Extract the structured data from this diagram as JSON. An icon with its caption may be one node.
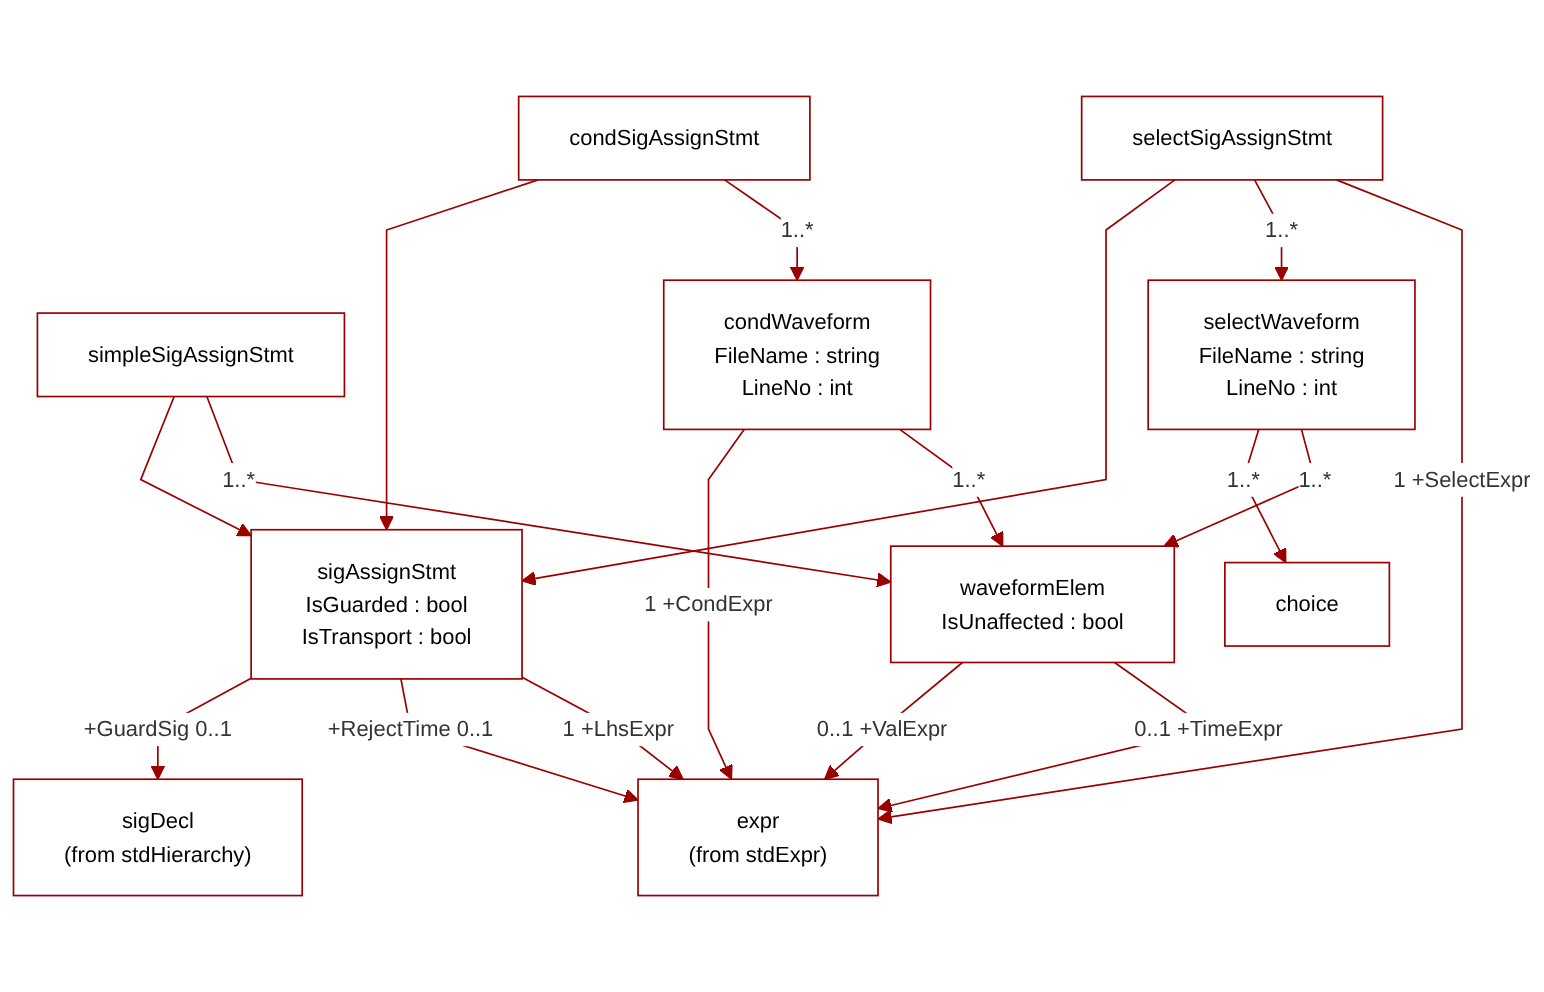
{
  "diagram": {
    "nodes": [
      {
        "text": [
          "sigAssignStmt",
          "IsGuarded : bool",
          "IsTransport : bool"
        ]
      },
      {
        "text": [
          "sigDecl",
          "(from stdHierarchy)"
        ]
      },
      {
        "text": [
          "condSigAssignStmt"
        ]
      },
      {
        "text": [
          "selectSigAssignStmt"
        ]
      },
      {
        "text": [
          "simpleSigAssignStmt"
        ]
      },
      {
        "text": [
          "expr",
          "(from stdExpr)"
        ]
      },
      {
        "text": [
          "condWaveform",
          "FileName : string",
          "LineNo : int"
        ]
      },
      {
        "text": [
          "selectWaveform",
          "FileName : string",
          "LineNo : int"
        ]
      },
      {
        "text": [
          "choice"
        ]
      },
      {
        "text": [
          "waveformElem",
          "IsUnaffected : bool"
        ]
      }
    ],
    "edges": [
      {
        "from": 0,
        "to": 1,
        "arrow": "to",
        "label": "+GuardSig 0..1"
      },
      {
        "from": 2,
        "to": 0,
        "arrow": "to"
      },
      {
        "from": 3,
        "to": 0,
        "arrow": "to"
      },
      {
        "from": 4,
        "to": 0,
        "arrow": "to"
      },
      {
        "from": 0,
        "to": 5,
        "arrow": "to",
        "label": "+RejectTime 0..1"
      },
      {
        "from": 0,
        "to": 5,
        "arrow": "to",
        "label": "1 +LhsExpr"
      },
      {
        "from": 2,
        "to": 6,
        "arrow": "to",
        "label": "1..*"
      },
      {
        "from": 6,
        "to": 5,
        "arrow": "to",
        "label": "1 +CondExpr"
      },
      {
        "from": 3,
        "to": 7,
        "arrow": "to",
        "label": "1..*"
      },
      {
        "from": 3,
        "to": 5,
        "arrow": "to",
        "label": "1 +SelectExpr"
      },
      {
        "from": 7,
        "to": 8,
        "arrow": "to",
        "label": "1..*"
      },
      {
        "from": 7,
        "to": 9,
        "arrow": "to",
        "label": "1..*"
      },
      {
        "from": 6,
        "to": 9,
        "arrow": "to",
        "label": "1..*"
      },
      {
        "from": 4,
        "to": 9,
        "arrow": "to",
        "label": "1..*"
      },
      {
        "from": 9,
        "to": 5,
        "arrow": "to",
        "label": "0..1 +ValExpr"
      },
      {
        "from": 9,
        "to": 5,
        "arrow": "to",
        "label": "0..1 +TimeExpr"
      }
    ]
  }
}
